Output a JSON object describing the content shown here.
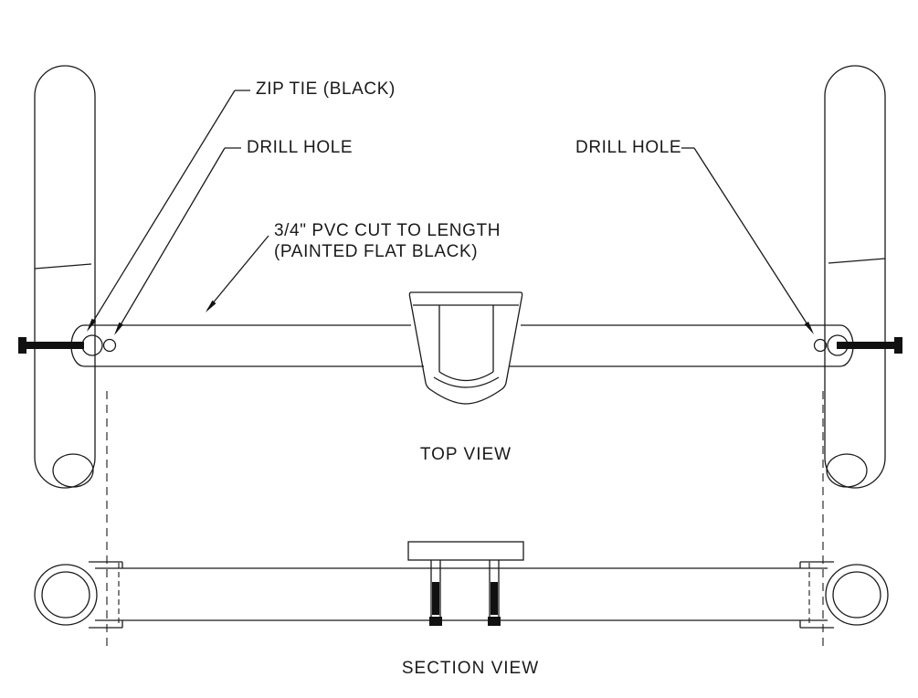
{
  "page": {
    "background": "#ffffff",
    "line_color": "#1a1a1a"
  },
  "labels": {
    "zip_tie": "ZIP TIE (BLACK)",
    "drill_hole_left": "DRILL HOLE",
    "drill_hole_right": "DRILL HOLE",
    "pvc_note_line1": "3/4\" PVC CUT TO LENGTH",
    "pvc_note_line2": "(PAINTED FLAT BLACK)",
    "top_view_caption": "TOP VIEW",
    "section_view_caption": "SECTION VIEW"
  }
}
